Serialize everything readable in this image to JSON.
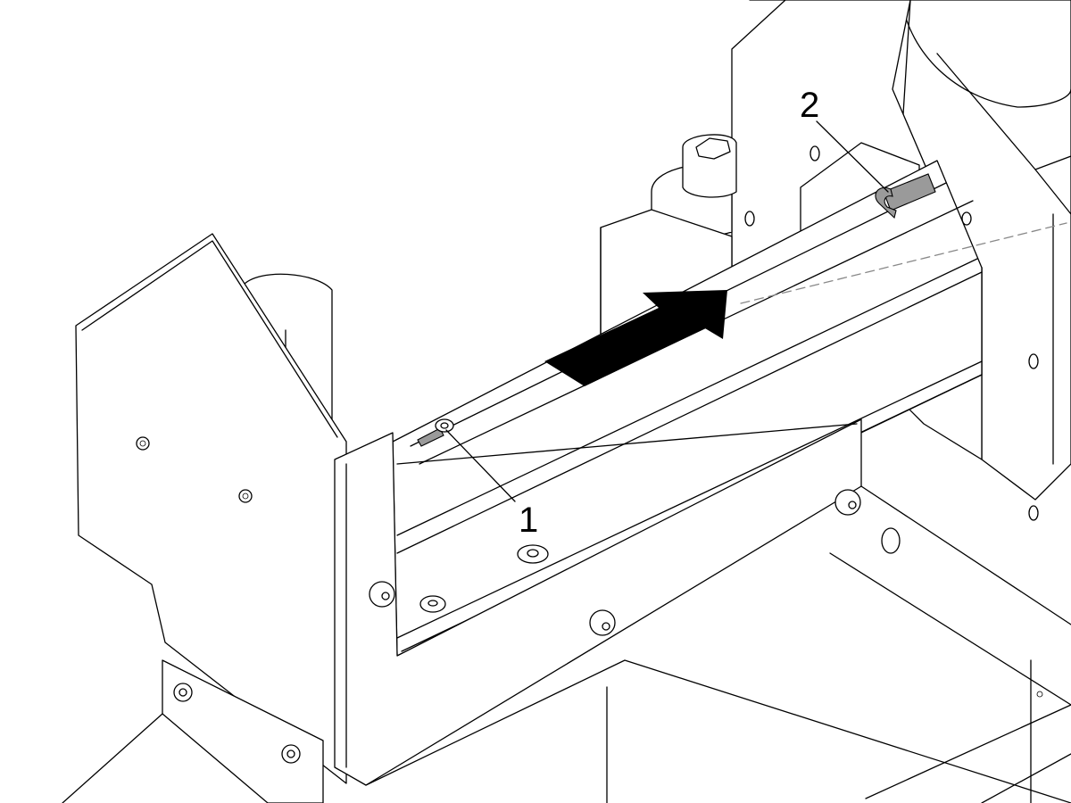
{
  "diagram": {
    "callouts": [
      {
        "id": "1",
        "label": "1"
      },
      {
        "id": "2",
        "label": "2"
      }
    ],
    "colors": {
      "line": "#000000",
      "background": "#ffffff",
      "highlight": "#9a9a9a",
      "arrow": "#000000"
    }
  }
}
